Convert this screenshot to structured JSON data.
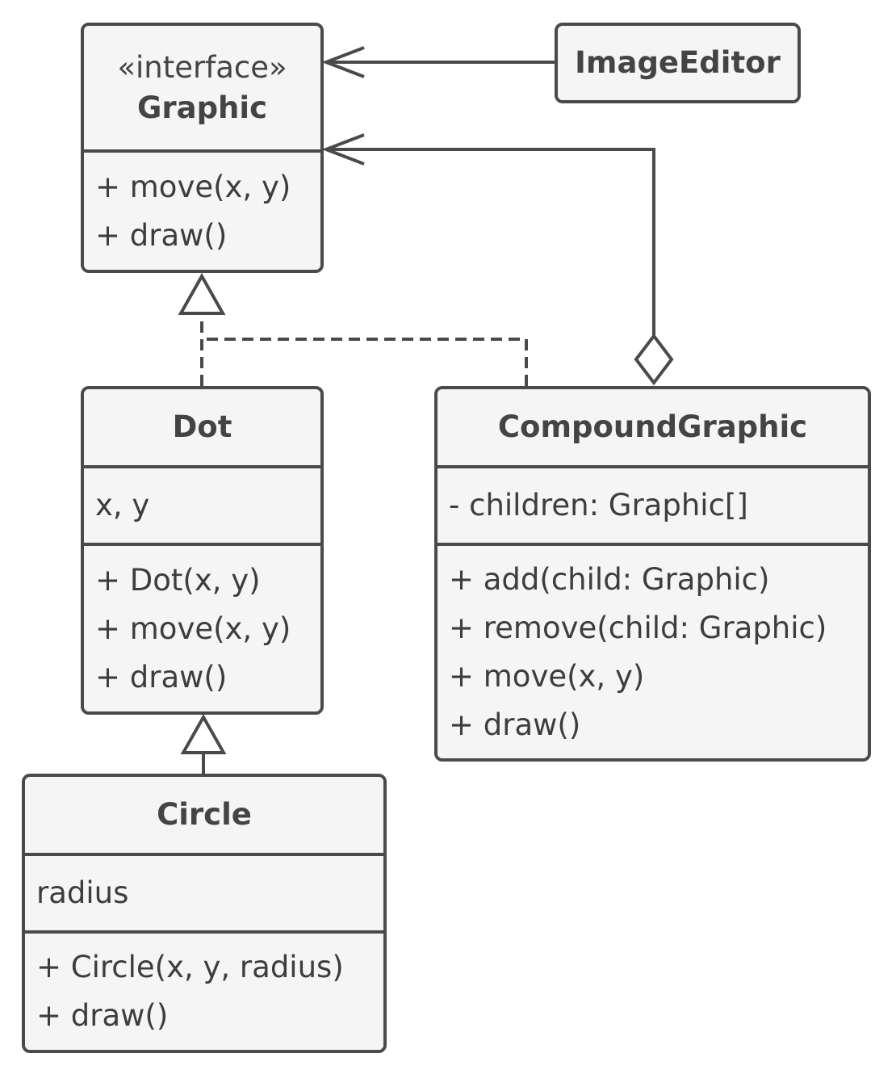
{
  "classes": {
    "graphic": {
      "stereotype": "«interface»",
      "name": "Graphic",
      "methods": [
        "+ move(x, y)",
        "+ draw()"
      ]
    },
    "image_editor": {
      "name": "ImageEditor"
    },
    "dot": {
      "name": "Dot",
      "fields": [
        "x, y"
      ],
      "methods": [
        "+ Dot(x, y)",
        "+ move(x, y)",
        "+ draw()"
      ]
    },
    "compound_graphic": {
      "name": "CompoundGraphic",
      "fields": [
        "- children: Graphic[]"
      ],
      "methods": [
        "+ add(child: Graphic)",
        "+ remove(child: Graphic)",
        "+ move(x, y)",
        "+ draw()"
      ]
    },
    "circle": {
      "name": "Circle",
      "fields": [
        "radius"
      ],
      "methods": [
        "+ Circle(x, y, radius)",
        "+ draw()"
      ]
    }
  },
  "relationships": [
    {
      "from": "image_editor",
      "to": "graphic",
      "kind": "association"
    },
    {
      "from": "compound_graphic",
      "to": "graphic",
      "kind": "aggregation"
    },
    {
      "from": "dot",
      "to": "graphic",
      "kind": "realization"
    },
    {
      "from": "compound_graphic",
      "to": "graphic",
      "kind": "realization"
    },
    {
      "from": "circle",
      "to": "dot",
      "kind": "inheritance"
    }
  ],
  "colors": {
    "line": "#4a4a4a",
    "box_fill": "#f5f5f5",
    "text": "#3d3d3d",
    "background": "#ffffff"
  }
}
